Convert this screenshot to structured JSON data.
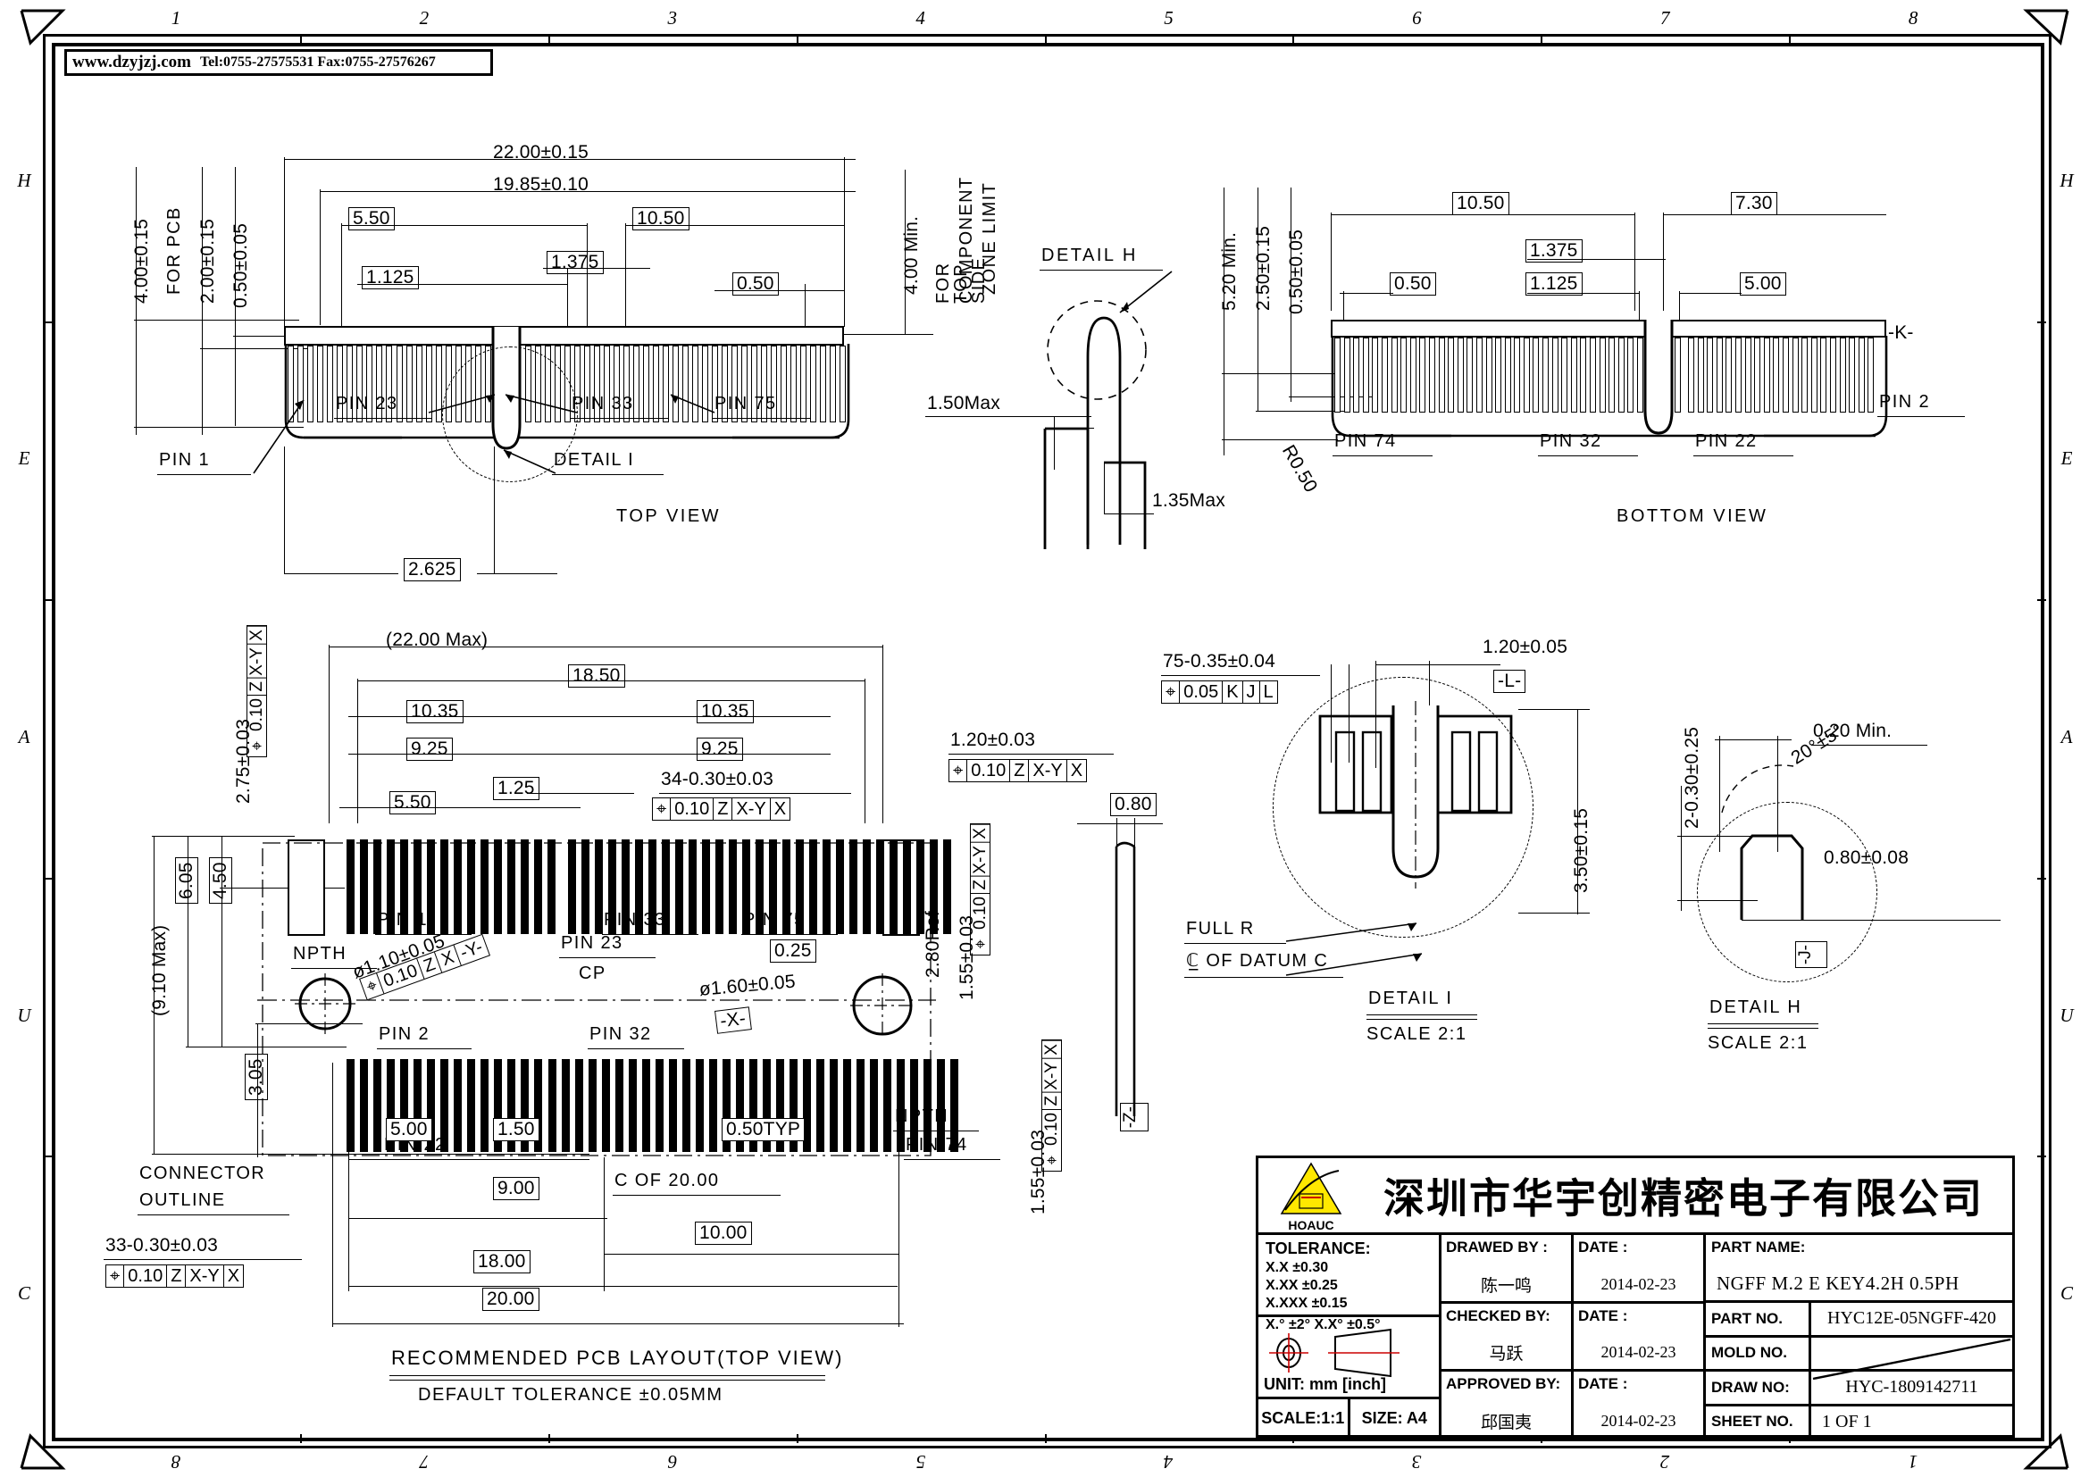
{
  "header": {
    "website": "www.dzyjzj.com",
    "phone": "Tel:0755-27575531  Fax:0755-27576267"
  },
  "frame": {
    "top_numbers": [
      "1",
      "2",
      "3",
      "4",
      "5",
      "6",
      "7",
      "8"
    ],
    "bottom_numbers": [
      "8",
      "7",
      "6",
      "5",
      "4",
      "3",
      "2",
      "1"
    ],
    "left_letters": [
      "H",
      "E",
      "A",
      "U",
      "C"
    ],
    "right_letters": [
      "H",
      "E",
      "A",
      "U",
      "C"
    ]
  },
  "views": {
    "top_view": {
      "title": "TOP VIEW",
      "dims": {
        "overall": "22.00±0.15",
        "inner": "19.85±0.10",
        "left_group": "5.50",
        "right_group": "10.50",
        "pitch_half_a": "1.125",
        "pitch_half_b": "1.375",
        "pin_pitch": "0.50",
        "v_for_pcb_total": "4.00±0.15",
        "v_for_pcb_label": "FOR PCB",
        "v_mid": "2.00±0.15",
        "v_small": "0.50±0.05",
        "right_zone": "4.00 Min.",
        "right_zone_label": "FOR TOP SIDE COMPONENT ZONE LIMIT",
        "below": "2.625"
      },
      "pins": [
        "PIN 1",
        "PIN 23",
        "PIN 33",
        "PIN 75"
      ],
      "detail_callout": "DETAIL I"
    },
    "side_view": {
      "detail_label": "DETAIL H",
      "dim_a": "1.50Max",
      "dim_b": "1.35Max"
    },
    "bottom_view": {
      "title": "BOTTOM VIEW",
      "dims": {
        "left_group": "10.50",
        "right_group": "7.30",
        "pitch_a": "1.375",
        "pitch_b": "1.125",
        "pin_pitch": "0.50",
        "right_inner": "5.00",
        "v_min": "5.20 Min.",
        "v_mid": "2.50±0.15",
        "v_small": "0.50±0.05",
        "radius": "R0.50",
        "datum_k": "-K-"
      },
      "pins": [
        "PIN 74",
        "PIN 32",
        "PIN 22",
        "PIN 2"
      ]
    },
    "pcb_layout": {
      "title": "RECOMMENDED PCB LAYOUT(TOP VIEW)",
      "subtitle": "DEFAULT TOLERANCE ±0.05MM",
      "dims": {
        "max_width": "(22.00 Max)",
        "w1": "18.50",
        "w2a": "10.35",
        "w2b": "10.35",
        "w3a": "9.25",
        "w3b": "9.25",
        "w4": "5.50",
        "w5": "1.25",
        "height_max": "(9.10 Max)",
        "h1": "6.05",
        "h2": "4.50",
        "h3": "3.05",
        "v_left_1": "2.75±0.03",
        "bottom_5": "5.00",
        "bottom_1_5": "1.50",
        "bottom_9": "9.00",
        "bottom_18": "18.00",
        "bottom_20": "20.00",
        "bottom_10": "10.00",
        "pitch_typ": "0.50TYP",
        "cl_20": "C OF 20.00",
        "right_120": "1.20±0.03",
        "right_280": "2.80Ref",
        "right_155": "1.55±0.03",
        "pad_025": "0.25",
        "hole_left": "ø1.10±0.05",
        "hole_right": "ø1.60±0.05",
        "npth": "NPTH",
        "connector_outline": "CONNECTOR OUTLINE",
        "cp": "CP",
        "datum_x": "-X-",
        "count_34": "34-0.30±0.03",
        "count_33": "33-0.30±0.03"
      },
      "fcf_z_xy_x": [
        "0.10",
        "Z",
        "X-Y",
        "X"
      ],
      "fcf_z_x_y": [
        "0.10",
        "Z",
        "X",
        "-Y-"
      ],
      "pins": [
        "PIN 1",
        "PIN 23",
        "PIN 33",
        "PIN 75",
        "PIN 2",
        "PIN 22",
        "PIN 32",
        "PIN 74"
      ]
    },
    "detail_i": {
      "title": "DETAIL I",
      "scale": "SCALE 2:1",
      "count_75": "75-0.35±0.04",
      "fcf": [
        "0.05",
        "K",
        "J",
        "L"
      ],
      "width": "1.20±0.05",
      "datum_l": "-L-",
      "height": "3.50±0.15",
      "thickness": "0.80",
      "full_r": "FULL R",
      "datum_c": "C OF DATUM C"
    },
    "detail_h": {
      "title": "DETAIL H",
      "scale": "SCALE 2:1",
      "top_dim": "0.20 Min.",
      "angle": "20°±5°",
      "left_dim": "2-0.30±0.25",
      "width": "0.80±0.08"
    }
  },
  "title_block": {
    "company_cn": "深圳市华宇创精密电子有限公司",
    "logo_text": "HOAUC",
    "tolerance_header": "TOLERANCE:",
    "tolerance_rows": [
      "X.X    ±0.30",
      "X.XX   ±0.25",
      "X.XXX  ±0.15"
    ],
    "tolerance_angle": "X.°  ±2°      X.X°  ±0.5°",
    "unit": "UNIT: mm [inch]",
    "scale": "SCALE:1:1",
    "size": "SIZE: A4",
    "drawed_by_label": "DRAWED BY :",
    "drawed_by": "陈一鸣",
    "drawed_date_label": "DATE :",
    "drawed_date": "2014-02-23",
    "checked_by_label": "CHECKED BY:",
    "checked_by": "马跃",
    "checked_date_label": "DATE :",
    "checked_date": "2014-02-23",
    "approved_by_label": "APPROVED BY:",
    "approved_by": "邱国夷",
    "approved_date_label": "DATE :",
    "approved_date": "2014-02-23",
    "part_name_label": "PART NAME:",
    "part_name": "NGFF M.2 E KEY4.2H 0.5PH",
    "part_no_label": "PART NO.",
    "part_no": "HYC12E-05NGFF-420",
    "mold_no_label": "MOLD NO.",
    "mold_no": "",
    "draw_no_label": "DRAW NO:",
    "draw_no": "HYC-1809142711",
    "sheet_no_label": "SHEET NO.",
    "sheet_no": "1 OF 1"
  }
}
